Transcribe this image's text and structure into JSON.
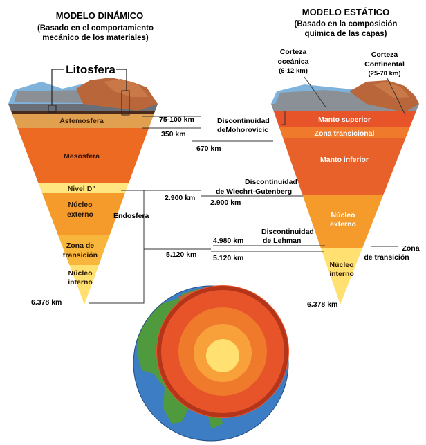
{
  "left": {
    "title": "MODELO DINÁMICO",
    "subtitle_line1": "(Basado en el comportamiento",
    "subtitle_line2": "mecánico de los materiales)",
    "litosfera": "Litosfera",
    "layers": {
      "astenosfera": "Astemosfera",
      "mesosfera": "Mesosfera",
      "nivel_d": "Nivel D\"",
      "nucleo_externo_1": "Núcleo",
      "nucleo_externo_2": "externo",
      "zona_1": "Zona de",
      "zona_2": "transición",
      "nucleo_interno_1": "Núcleo",
      "nucleo_interno_2": "interno"
    },
    "endosfera": "Endosfera",
    "depth_bottom": "6.378 km"
  },
  "right": {
    "title": "MODELO ESTÁTICO",
    "subtitle_line1": "(Basado en la composición",
    "subtitle_line2": "química de las capas)",
    "corteza_oceanica_1": "Corteza",
    "corteza_oceanica_2": "oceánica",
    "corteza_oceanica_3": "(6-12 km)",
    "corteza_continental_1": "Corteza",
    "corteza_continental_2": "Continental",
    "corteza_continental_3": "(25-70 km)",
    "layers": {
      "manto_superior": "Manto superior",
      "zona_transicional": "Zona transicional",
      "manto_inferior": "Manto inferior",
      "nucleo_externo_1": "Núcleo",
      "nucleo_externo_2": "externo",
      "nucleo_interno_1": "Núcleo",
      "nucleo_interno_2": "interno"
    },
    "zona_label_1": "Zona",
    "zona_label_2": "de transición",
    "depth_bottom": "6.378 km"
  },
  "middle": {
    "km_75_100": "75-100 km",
    "km_350": "350 km",
    "mohorovicic_1": "Discontinuidad",
    "mohorovicic_2": "deMohorovicic",
    "km_670": "670 km",
    "wiechert_1": "Discontinuidad",
    "wiechert_2": "de Wiechrt-Gutenberg",
    "km_2900_left": "2.900 km",
    "km_2900_right": "2.900 km",
    "lehman_1": "Discontinuidad",
    "lehman_2": "de Lehman",
    "km_4980": "4.980 km",
    "km_5120_left": "5.120 km",
    "km_5120_right": "5.120 km"
  },
  "colors": {
    "ocean": "#3d7dc4",
    "land": "#4f9a3c",
    "crust_blue": "#7fb3dc",
    "crust_gray": "#8b8f96",
    "continental": "#b8663a",
    "litho_dark": "#4a2a1a",
    "astenosfera": "#e0a050",
    "mesosfera": "#ec6a22",
    "nivel_d": "#ffe680",
    "nucleo_ext": "#f49b2c",
    "zona": "#f8b63c",
    "nucleo_int": "#ffe070"
  }
}
